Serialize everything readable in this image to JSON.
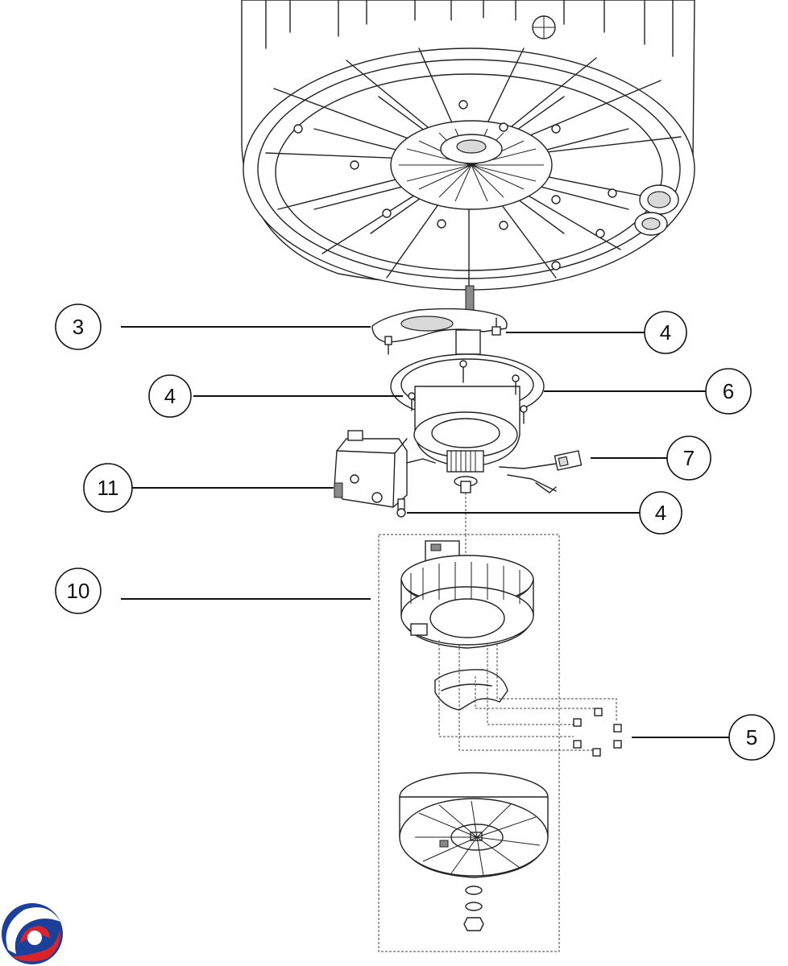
{
  "callouts": [
    {
      "id": "part-3",
      "label": "3"
    },
    {
      "id": "part-4-upper",
      "label": "4"
    },
    {
      "id": "part-4-left",
      "label": "4"
    },
    {
      "id": "part-6",
      "label": "6"
    },
    {
      "id": "part-7",
      "label": "7"
    },
    {
      "id": "part-11",
      "label": "11"
    },
    {
      "id": "part-4-lower",
      "label": "4"
    },
    {
      "id": "part-10",
      "label": "10"
    },
    {
      "id": "part-5",
      "label": "5"
    }
  ],
  "logo": {
    "name": "brand-logo",
    "colors": {
      "blue": "#1c3f9a",
      "red": "#d8242b"
    }
  }
}
